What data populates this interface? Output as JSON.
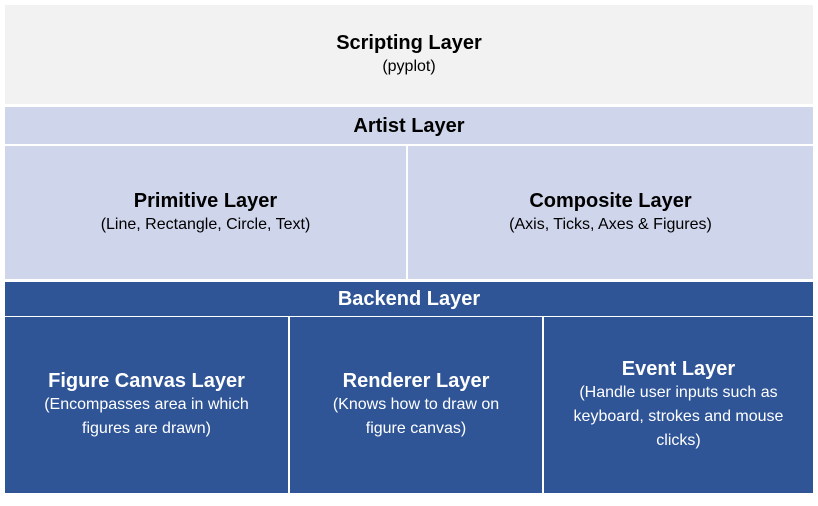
{
  "scripting_layer": {
    "title": "Scripting Layer",
    "subtitle": "(pyplot)"
  },
  "artist_layer": {
    "title": "Artist Layer",
    "primitive": {
      "title": "Primitive Layer",
      "subtitle": "(Line, Rectangle, Circle, Text)"
    },
    "composite": {
      "title": "Composite Layer",
      "subtitle": "(Axis, Ticks, Axes & Figures)"
    }
  },
  "backend_layer": {
    "title": "Backend Layer",
    "figure_canvas": {
      "title": "Figure Canvas Layer",
      "subtitle_line1": "(Encompasses area in which",
      "subtitle_line2": "figures are drawn)"
    },
    "renderer": {
      "title": "Renderer Layer",
      "subtitle_line1": "(Knows how to draw on",
      "subtitle_line2": "figure canvas)"
    },
    "event": {
      "title": "Event Layer",
      "subtitle_line1": "(Handle user inputs such as",
      "subtitle_line2": "keyboard, strokes and mouse",
      "subtitle_line3": "clicks)"
    }
  },
  "colors": {
    "scripting_bg": "#f2f2f2",
    "artist_bg": "#cfd5ea",
    "backend_bg": "#2f5597",
    "divider": "#ffffff"
  }
}
